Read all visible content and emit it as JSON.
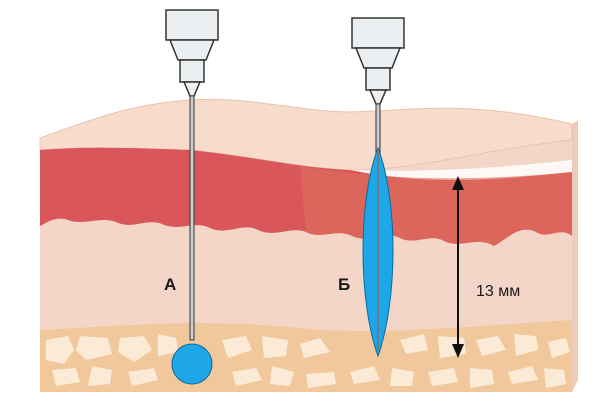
{
  "labels": {
    "needle_a": "А",
    "needle_b": "Б",
    "depth": "13 мм"
  },
  "colors": {
    "epidermis": "#f6d8c6",
    "dermis_deep": "#d9575a",
    "subcutis": "#f4d6c8",
    "fat": "#f1c79c",
    "fat_cells": "#fbebd6",
    "injection": "#1ea7e8",
    "needle_hub": "#eceff1",
    "arrow": "#111111"
  },
  "icons": {
    "syringe_a": "syringe-icon",
    "syringe_b": "syringe-icon"
  }
}
